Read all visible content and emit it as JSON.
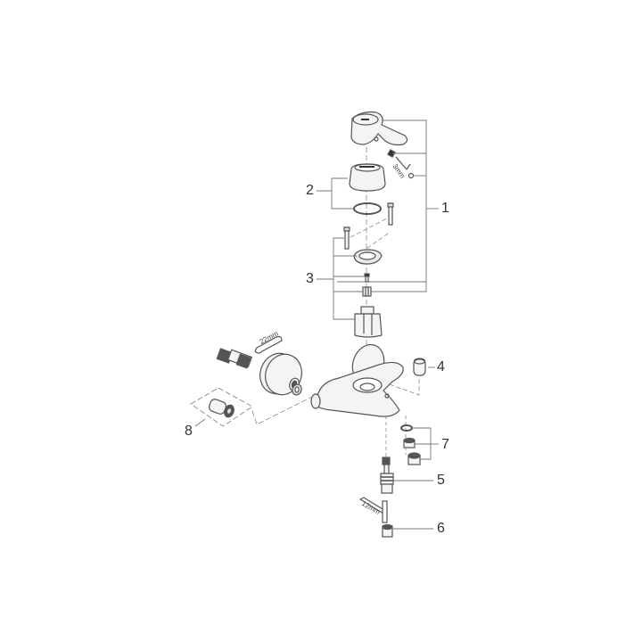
{
  "diagram": {
    "type": "exploded-parts-view",
    "subject": "single-lever bath mixer spare parts",
    "colors": {
      "line": "#555555",
      "fill": "#f4f4f4",
      "background": "#ffffff",
      "dark": "#333333"
    }
  },
  "callouts": [
    {
      "id": "1",
      "label": "1",
      "part": "lever-handle-assembly"
    },
    {
      "id": "2",
      "label": "2",
      "part": "cover-cap-and-o-ring"
    },
    {
      "id": "3",
      "label": "3",
      "part": "cartridge-assembly"
    },
    {
      "id": "4",
      "label": "4",
      "part": "plug-cap"
    },
    {
      "id": "5",
      "label": "5",
      "part": "diverter"
    },
    {
      "id": "6",
      "label": "6",
      "part": "spout-nut"
    },
    {
      "id": "7",
      "label": "7",
      "part": "aerator-set"
    },
    {
      "id": "8",
      "label": "8",
      "part": "s-union"
    }
  ],
  "tools": [
    {
      "label": "3mm",
      "type": "allen-key"
    },
    {
      "label": "22mm",
      "type": "wrench"
    },
    {
      "label": "12mm",
      "type": "allen-key"
    }
  ]
}
